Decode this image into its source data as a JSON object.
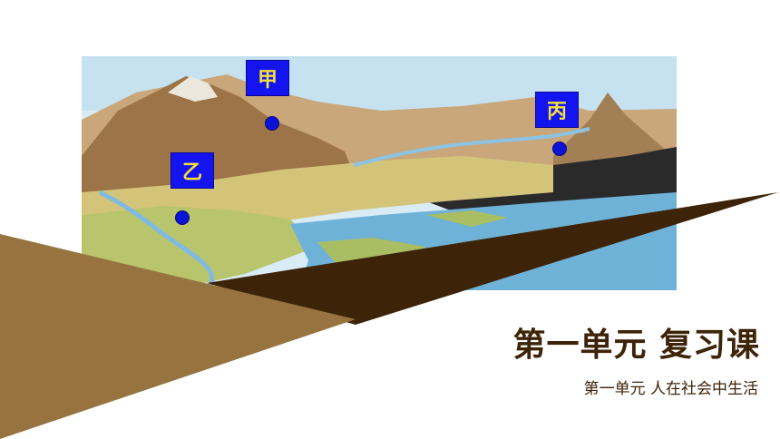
{
  "markers": {
    "jia": "甲",
    "yi": "乙",
    "bing": "丙"
  },
  "title": "第一单元 复习课",
  "subtitle": "第一单元 人在社会中生活",
  "colors": {
    "marker_bg": "#1414f0",
    "marker_text": "#f5e03a",
    "dark_brown": "#3d2308",
    "light_brown": "#97743f",
    "water": "#6fb2d8"
  }
}
